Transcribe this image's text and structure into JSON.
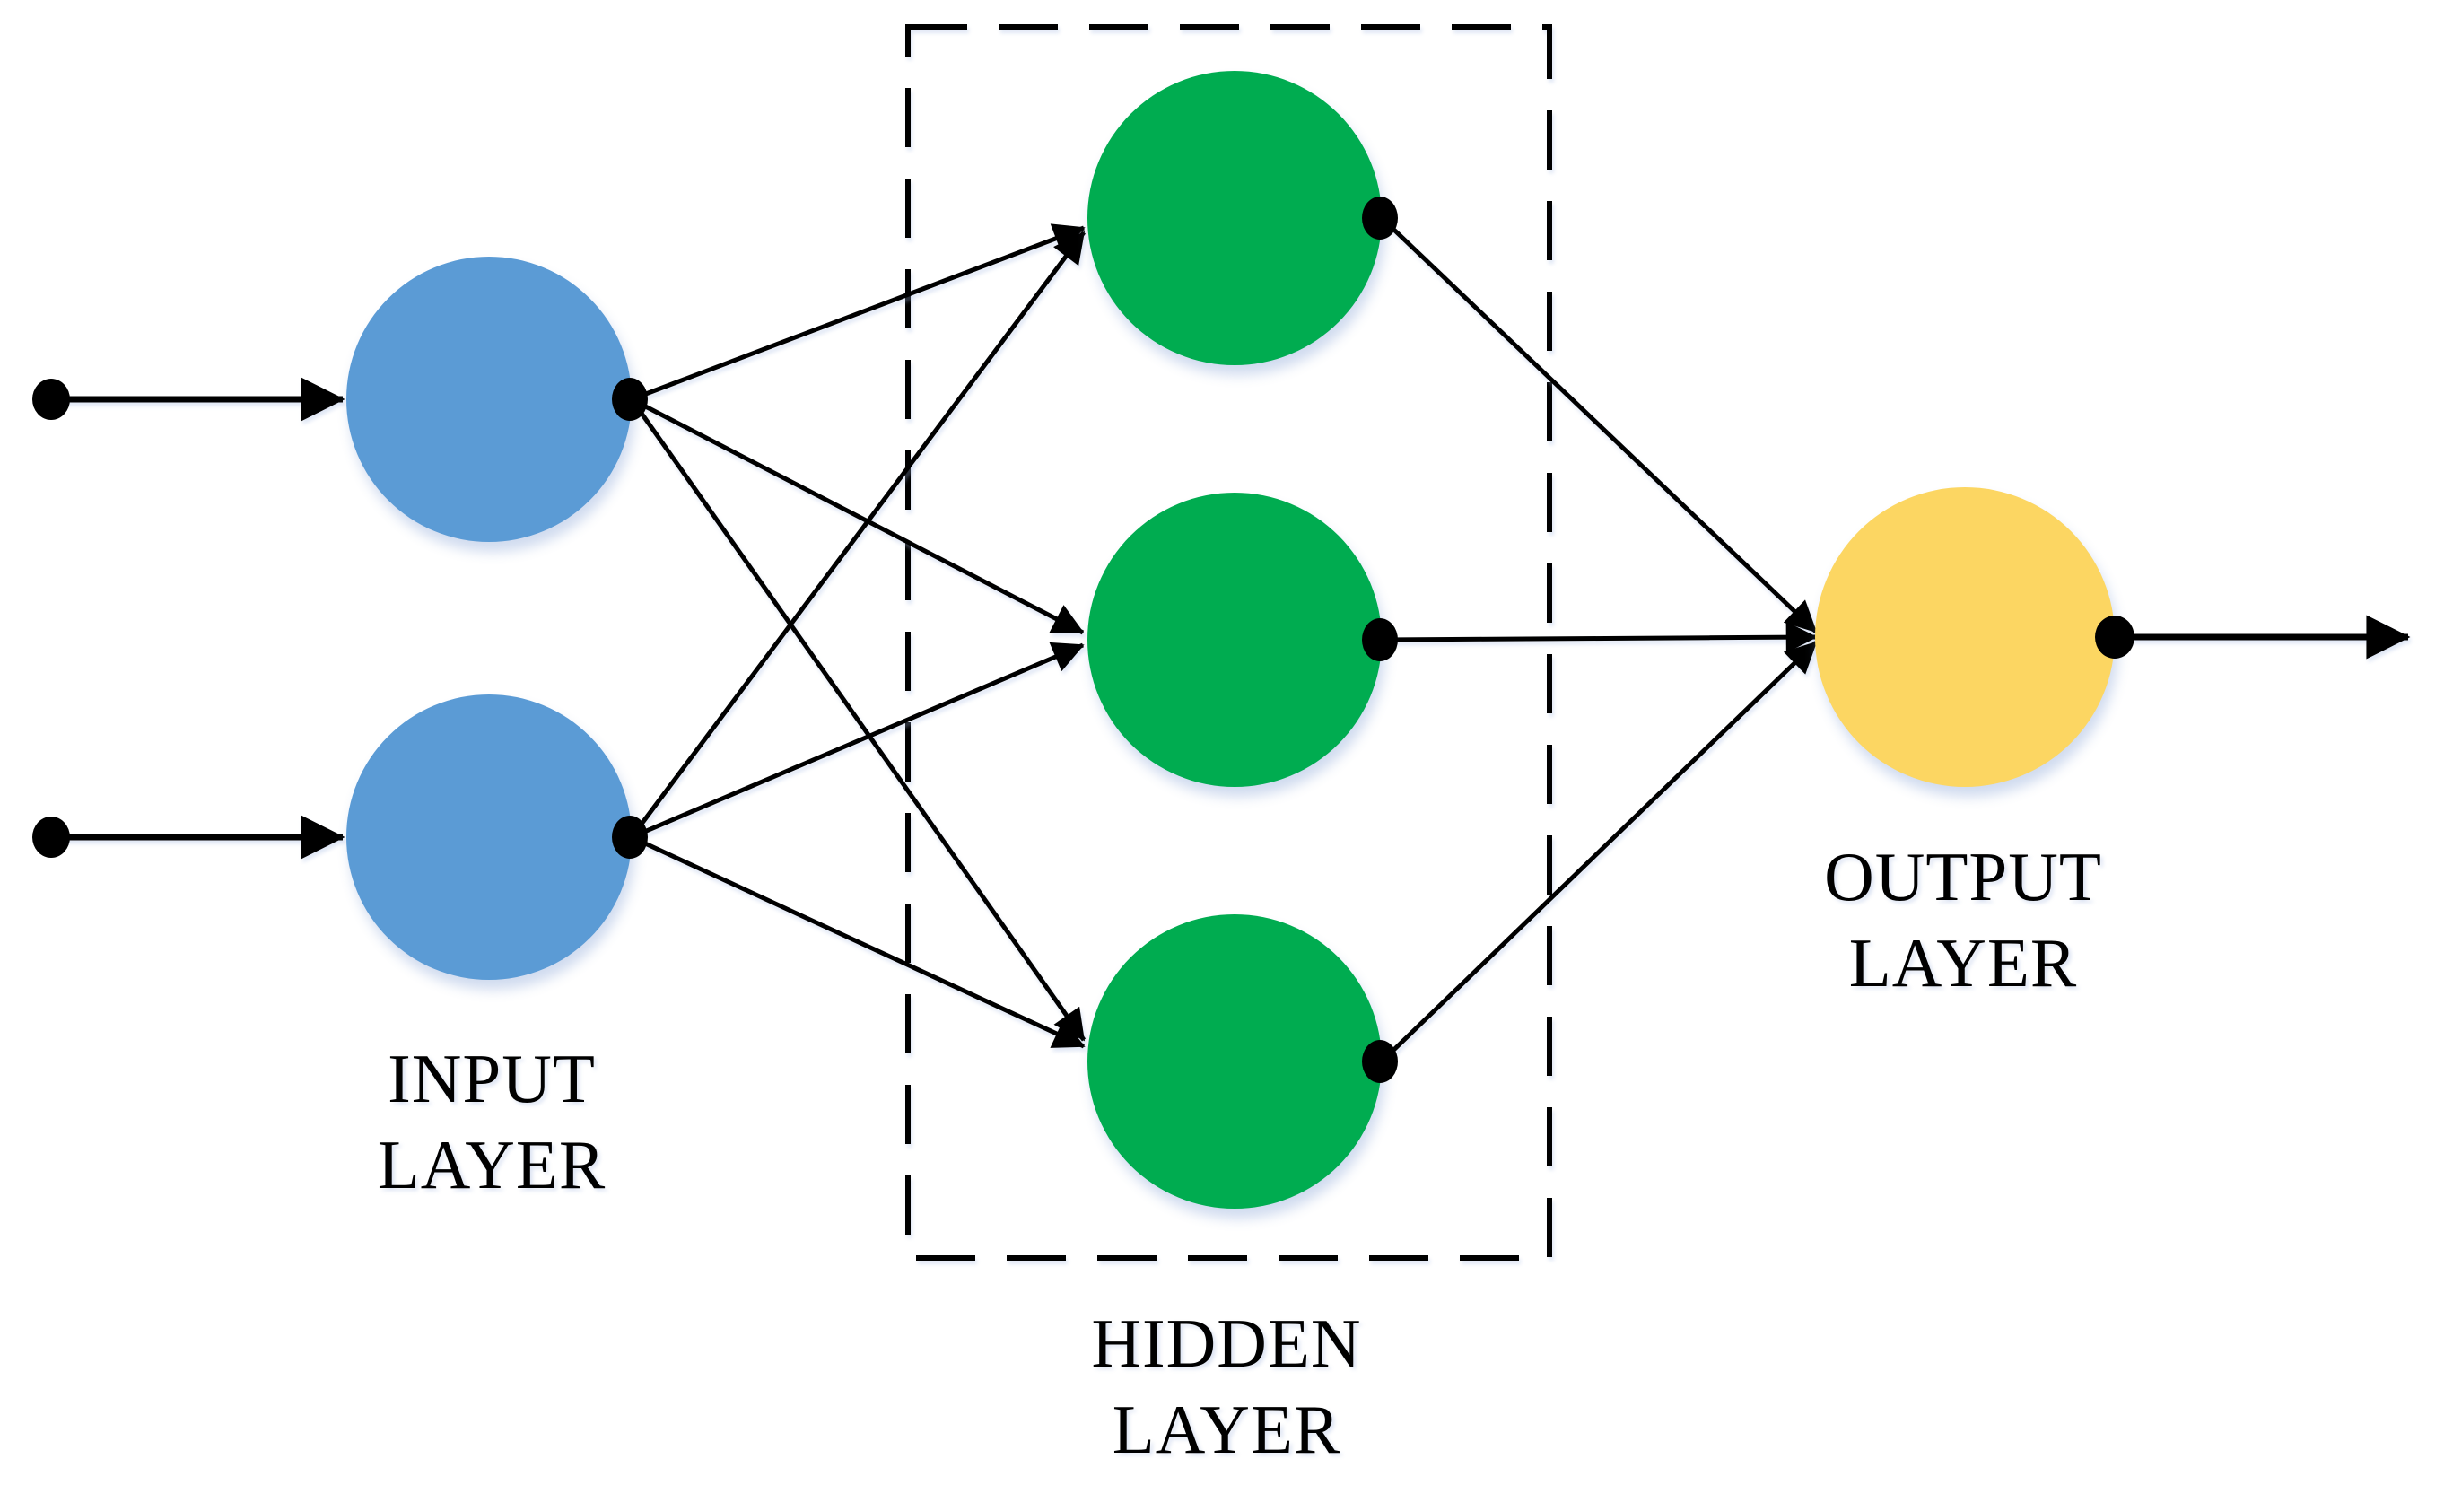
{
  "diagram": {
    "kind": "neural-network",
    "background_color": "#ffffff",
    "connector_color": "#000000",
    "label_color": "#000000",
    "layers": {
      "input": {
        "label_line1": "INPUT",
        "label_line2": "LAYER",
        "node_color": "#5B9BD5",
        "node_count": 2
      },
      "hidden": {
        "label_line1": "HIDDEN",
        "label_line2": "LAYER",
        "node_color": "#00AC50",
        "node_count": 3,
        "boundary_style": "dashed"
      },
      "output": {
        "label_line1": "OUTPUT",
        "label_line2": "LAYER",
        "node_color": "#FCD662",
        "node_count": 1
      }
    }
  }
}
